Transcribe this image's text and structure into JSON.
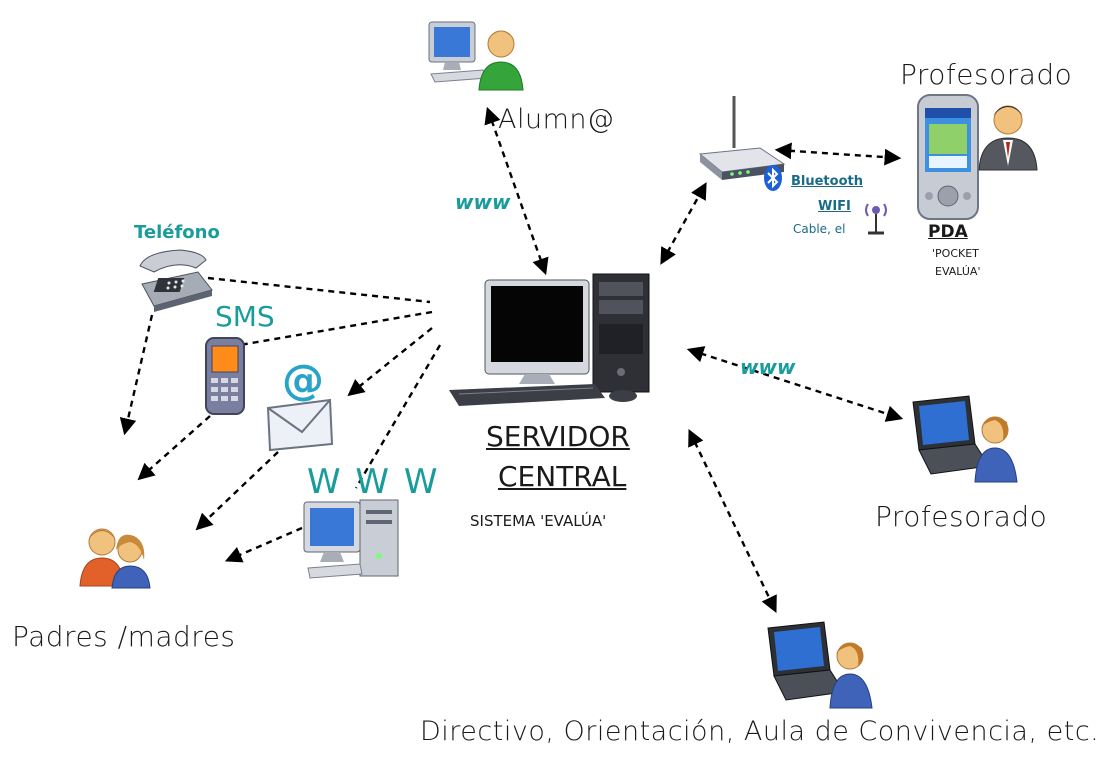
{
  "nodes": {
    "alumno": {
      "label": "Alumn@"
    },
    "profesorado_pda": {
      "label": "Profesorado"
    },
    "pda": {
      "title": "PDA",
      "line1": "'POCKET",
      "line2": "EVALÚA'"
    },
    "router": {
      "bluetooth": "Bluetooth",
      "wifi": "WIFI",
      "cable": "Cable, el"
    },
    "telefono": {
      "label": "Teléfono"
    },
    "sms": {
      "label": "SMS"
    },
    "www_pc": {
      "label": "W W W"
    },
    "server": {
      "line1": "SERVIDOR",
      "line2": "CENTRAL",
      "line3": "SISTEMA 'EVALÚA'"
    },
    "profesorado_laptop": {
      "label": "Profesorado"
    },
    "padres": {
      "label": "Padres /madres"
    },
    "directivo": {
      "label": "Directivo, Orientación, Aula de Convivencia, etc."
    }
  },
  "edges": {
    "www_alumno": "www",
    "www_profesorado": "www"
  },
  "colors": {
    "teal": "#1a9c9c",
    "link": "#1a6b8a",
    "bluetooth": "#1c5fd6"
  }
}
